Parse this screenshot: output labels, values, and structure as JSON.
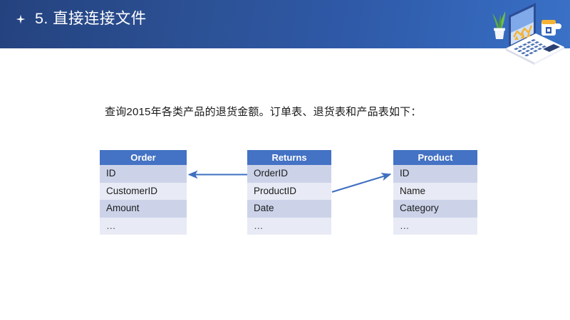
{
  "header": {
    "bullet_icon": "four-point-star-icon",
    "title": "5. 直接连接文件",
    "background_start": "#24427e",
    "background_end": "#3a72c8",
    "artwork_icon": "laptop-illustration-icon"
  },
  "body": {
    "description": "查询2015年各类产品的退货金额。订单表、退货表和产品表如下："
  },
  "diagram": {
    "header_color": "#4472c4",
    "row_color_odd": "#ccd3e9",
    "row_color_even": "#e8ebf5",
    "arrow_color": "#3f6fc0",
    "tables": [
      {
        "name": "Order",
        "title": "Order",
        "fields": [
          "ID",
          "CustomerID",
          "Amount",
          "…"
        ]
      },
      {
        "name": "Returns",
        "title": "Returns",
        "fields": [
          "OrderID",
          "ProductID",
          "Date",
          "…"
        ]
      },
      {
        "name": "Product",
        "title": "Product",
        "fields": [
          "ID",
          "Name",
          "Category",
          "…"
        ]
      }
    ],
    "relations": [
      {
        "from": "Returns.OrderID",
        "to": "Order.ID"
      },
      {
        "from": "Returns.ProductID",
        "to": "Product.ID"
      }
    ]
  }
}
